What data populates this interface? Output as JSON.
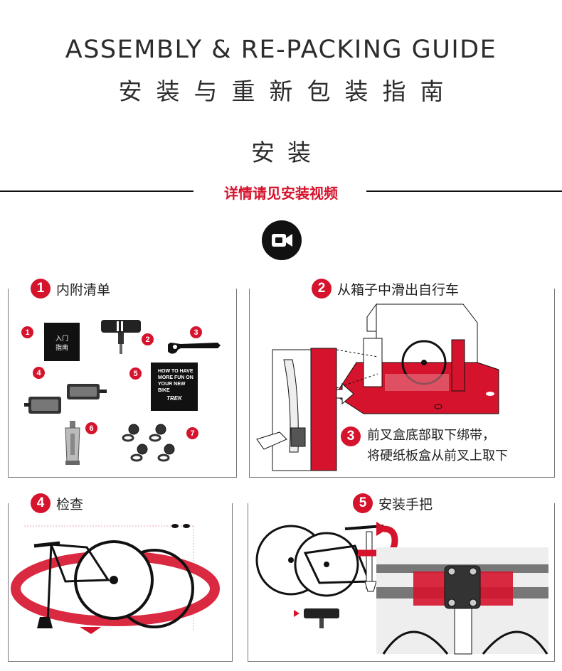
{
  "header": {
    "title_en": "ASSEMBLY & RE-PACKING GUIDE",
    "title_zh": "安装与重新包装指南",
    "section": "安装",
    "video_link": "详情请见安装视频"
  },
  "icons": {
    "video": "video-camera-icon"
  },
  "colors": {
    "accent": "#d5132c",
    "ink": "#111111",
    "frame": "#777777"
  },
  "steps": [
    {
      "num": "1",
      "label": "内附清单"
    },
    {
      "num": "2",
      "label": "从箱子中滑出自行车"
    },
    {
      "num": "4",
      "label": "检查"
    },
    {
      "num": "5",
      "label": "安装手把"
    }
  ],
  "kit": {
    "items": [
      "1",
      "2",
      "3",
      "4",
      "5",
      "6",
      "7"
    ],
    "quick_guide_line1": "入门",
    "quick_guide_line2": "指南",
    "booklet_text": "HOW TO HAVE MORE FUN ON YOUR NEW BIKE",
    "booklet_brand": "TREK"
  },
  "step2_note": {
    "num": "3",
    "line1": "前叉盒底部取下绑带，",
    "line2": "将硬纸板盒从前叉上取下"
  }
}
